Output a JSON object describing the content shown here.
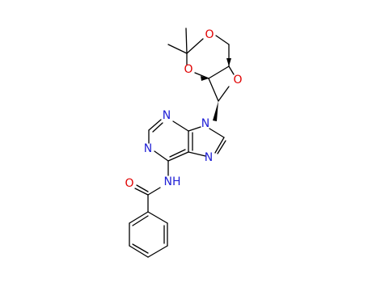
{
  "molecule": {
    "atom_labels": {
      "o_ring_top": "O",
      "o_ring_left": "O",
      "o_oxetane": "O",
      "n9": "N",
      "n3": "N",
      "n1": "N",
      "n7": "N",
      "nh": "NH",
      "o_carbonyl": "O"
    }
  },
  "colors": {
    "carbon_bond": "#000000",
    "oxygen": "#e00000",
    "nitrogen": "#1f1fd6",
    "background": "#ffffff"
  }
}
